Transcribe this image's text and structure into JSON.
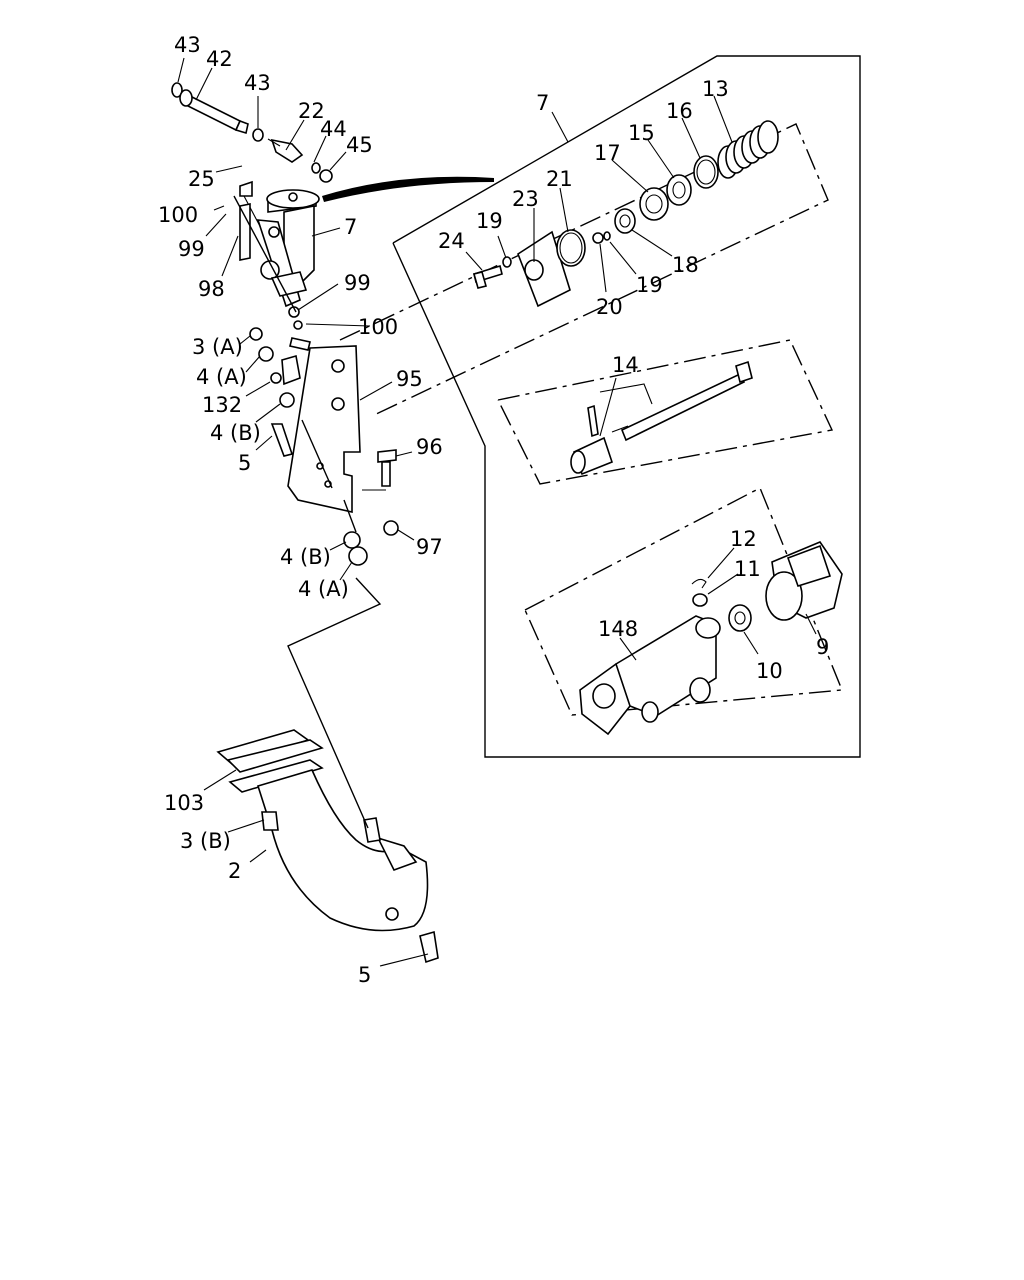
{
  "diagram": {
    "callouts": {
      "p43a": "43",
      "p42": "42",
      "p43b": "43",
      "p22": "22",
      "p44": "44",
      "p45": "45",
      "p25": "25",
      "p100a": "100",
      "p99a": "99",
      "p98": "98",
      "p7a": "7",
      "p99b": "99",
      "p100b": "100",
      "p3a": "3 (A)",
      "p4a": "4 (A)",
      "p132": "132",
      "p4b": "4 (B)",
      "p5a": "5",
      "p95": "95",
      "p96": "96",
      "p97": "97",
      "p4b2": "4 (B)",
      "p4a2": "4 (A)",
      "p103": "103",
      "p3b": "3 (B)",
      "p2": "2",
      "p5b": "5",
      "p7b": "7",
      "p24": "24",
      "p19a": "19",
      "p23": "23",
      "p21": "21",
      "p20": "20",
      "p19b": "19",
      "p18": "18",
      "p17": "17",
      "p15": "15",
      "p16": "16",
      "p13": "13",
      "p14": "14",
      "p12": "12",
      "p11": "11",
      "p148": "148",
      "p10": "10",
      "p9": "9"
    }
  }
}
